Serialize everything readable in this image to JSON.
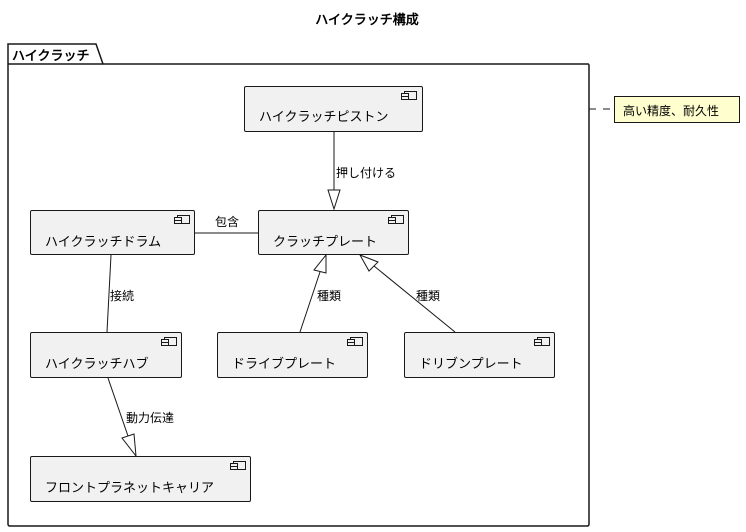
{
  "diagram": {
    "title": "ハイクラッチ構成",
    "package": {
      "label": "ハイクラッチ"
    },
    "components": [
      {
        "id": "piston",
        "label": "ハイクラッチピストン"
      },
      {
        "id": "drum",
        "label": "ハイクラッチドラム"
      },
      {
        "id": "plate",
        "label": "クラッチプレート"
      },
      {
        "id": "hub",
        "label": "ハイクラッチハブ"
      },
      {
        "id": "drive_plate",
        "label": "ドライブプレート"
      },
      {
        "id": "driven_plate",
        "label": "ドリブンプレート"
      },
      {
        "id": "carrier",
        "label": "フロントプラネットキャリア"
      }
    ],
    "relations": [
      {
        "from": "piston",
        "to": "plate",
        "label": "押し付ける",
        "kind": "inheritance-arrow"
      },
      {
        "from": "drum",
        "to": "plate",
        "label": "包含",
        "kind": "line"
      },
      {
        "from": "drum",
        "to": "hub",
        "label": "接続",
        "kind": "line"
      },
      {
        "from": "drive_plate",
        "to": "plate",
        "label": "種類",
        "kind": "inheritance-arrow"
      },
      {
        "from": "driven_plate",
        "to": "plate",
        "label": "種類",
        "kind": "inheritance-arrow"
      },
      {
        "from": "hub",
        "to": "carrier",
        "label": "動力伝達",
        "kind": "inheritance-arrow"
      }
    ],
    "note": {
      "text": "高い精度、耐久性",
      "attached_to": "package"
    },
    "colors": {
      "component_fill": "#f1f1f1",
      "note_fill": "#fefece",
      "stroke": "#181818"
    }
  }
}
